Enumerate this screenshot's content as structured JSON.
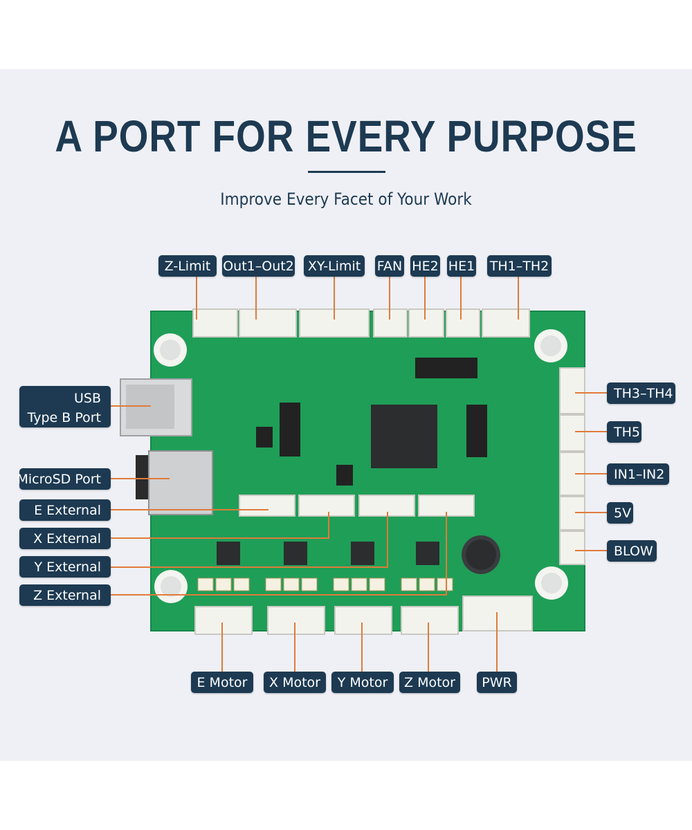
{
  "heading": {
    "title": "A PORT FOR EVERY PURPOSE",
    "subtitle": "Improve Every Facet of Your Work"
  },
  "colors": {
    "panel_background": "#eff0f5",
    "label_background": "#1d3a52",
    "label_text": "#ffffff",
    "pointer_line": "#e07b3a",
    "board_green": "#1f9e57"
  },
  "labels": {
    "top": [
      "Z-Limit",
      "Out1–Out2",
      "XY-Limit",
      "FAN",
      "HE2",
      "HE1",
      "TH1–TH2"
    ],
    "left": {
      "usb_line1": "USB",
      "usb_line2": "Type B Port",
      "microsd": "MicroSD Port",
      "e_external": "E External",
      "x_external": "X External",
      "y_external": "Y External",
      "z_external": "Z External"
    },
    "right": [
      "TH3–TH4",
      "TH5",
      "IN1–IN2",
      "5V",
      "BLOW"
    ],
    "bottom": [
      "E Motor",
      "X Motor",
      "Y Motor",
      "Z Motor",
      "PWR"
    ]
  }
}
